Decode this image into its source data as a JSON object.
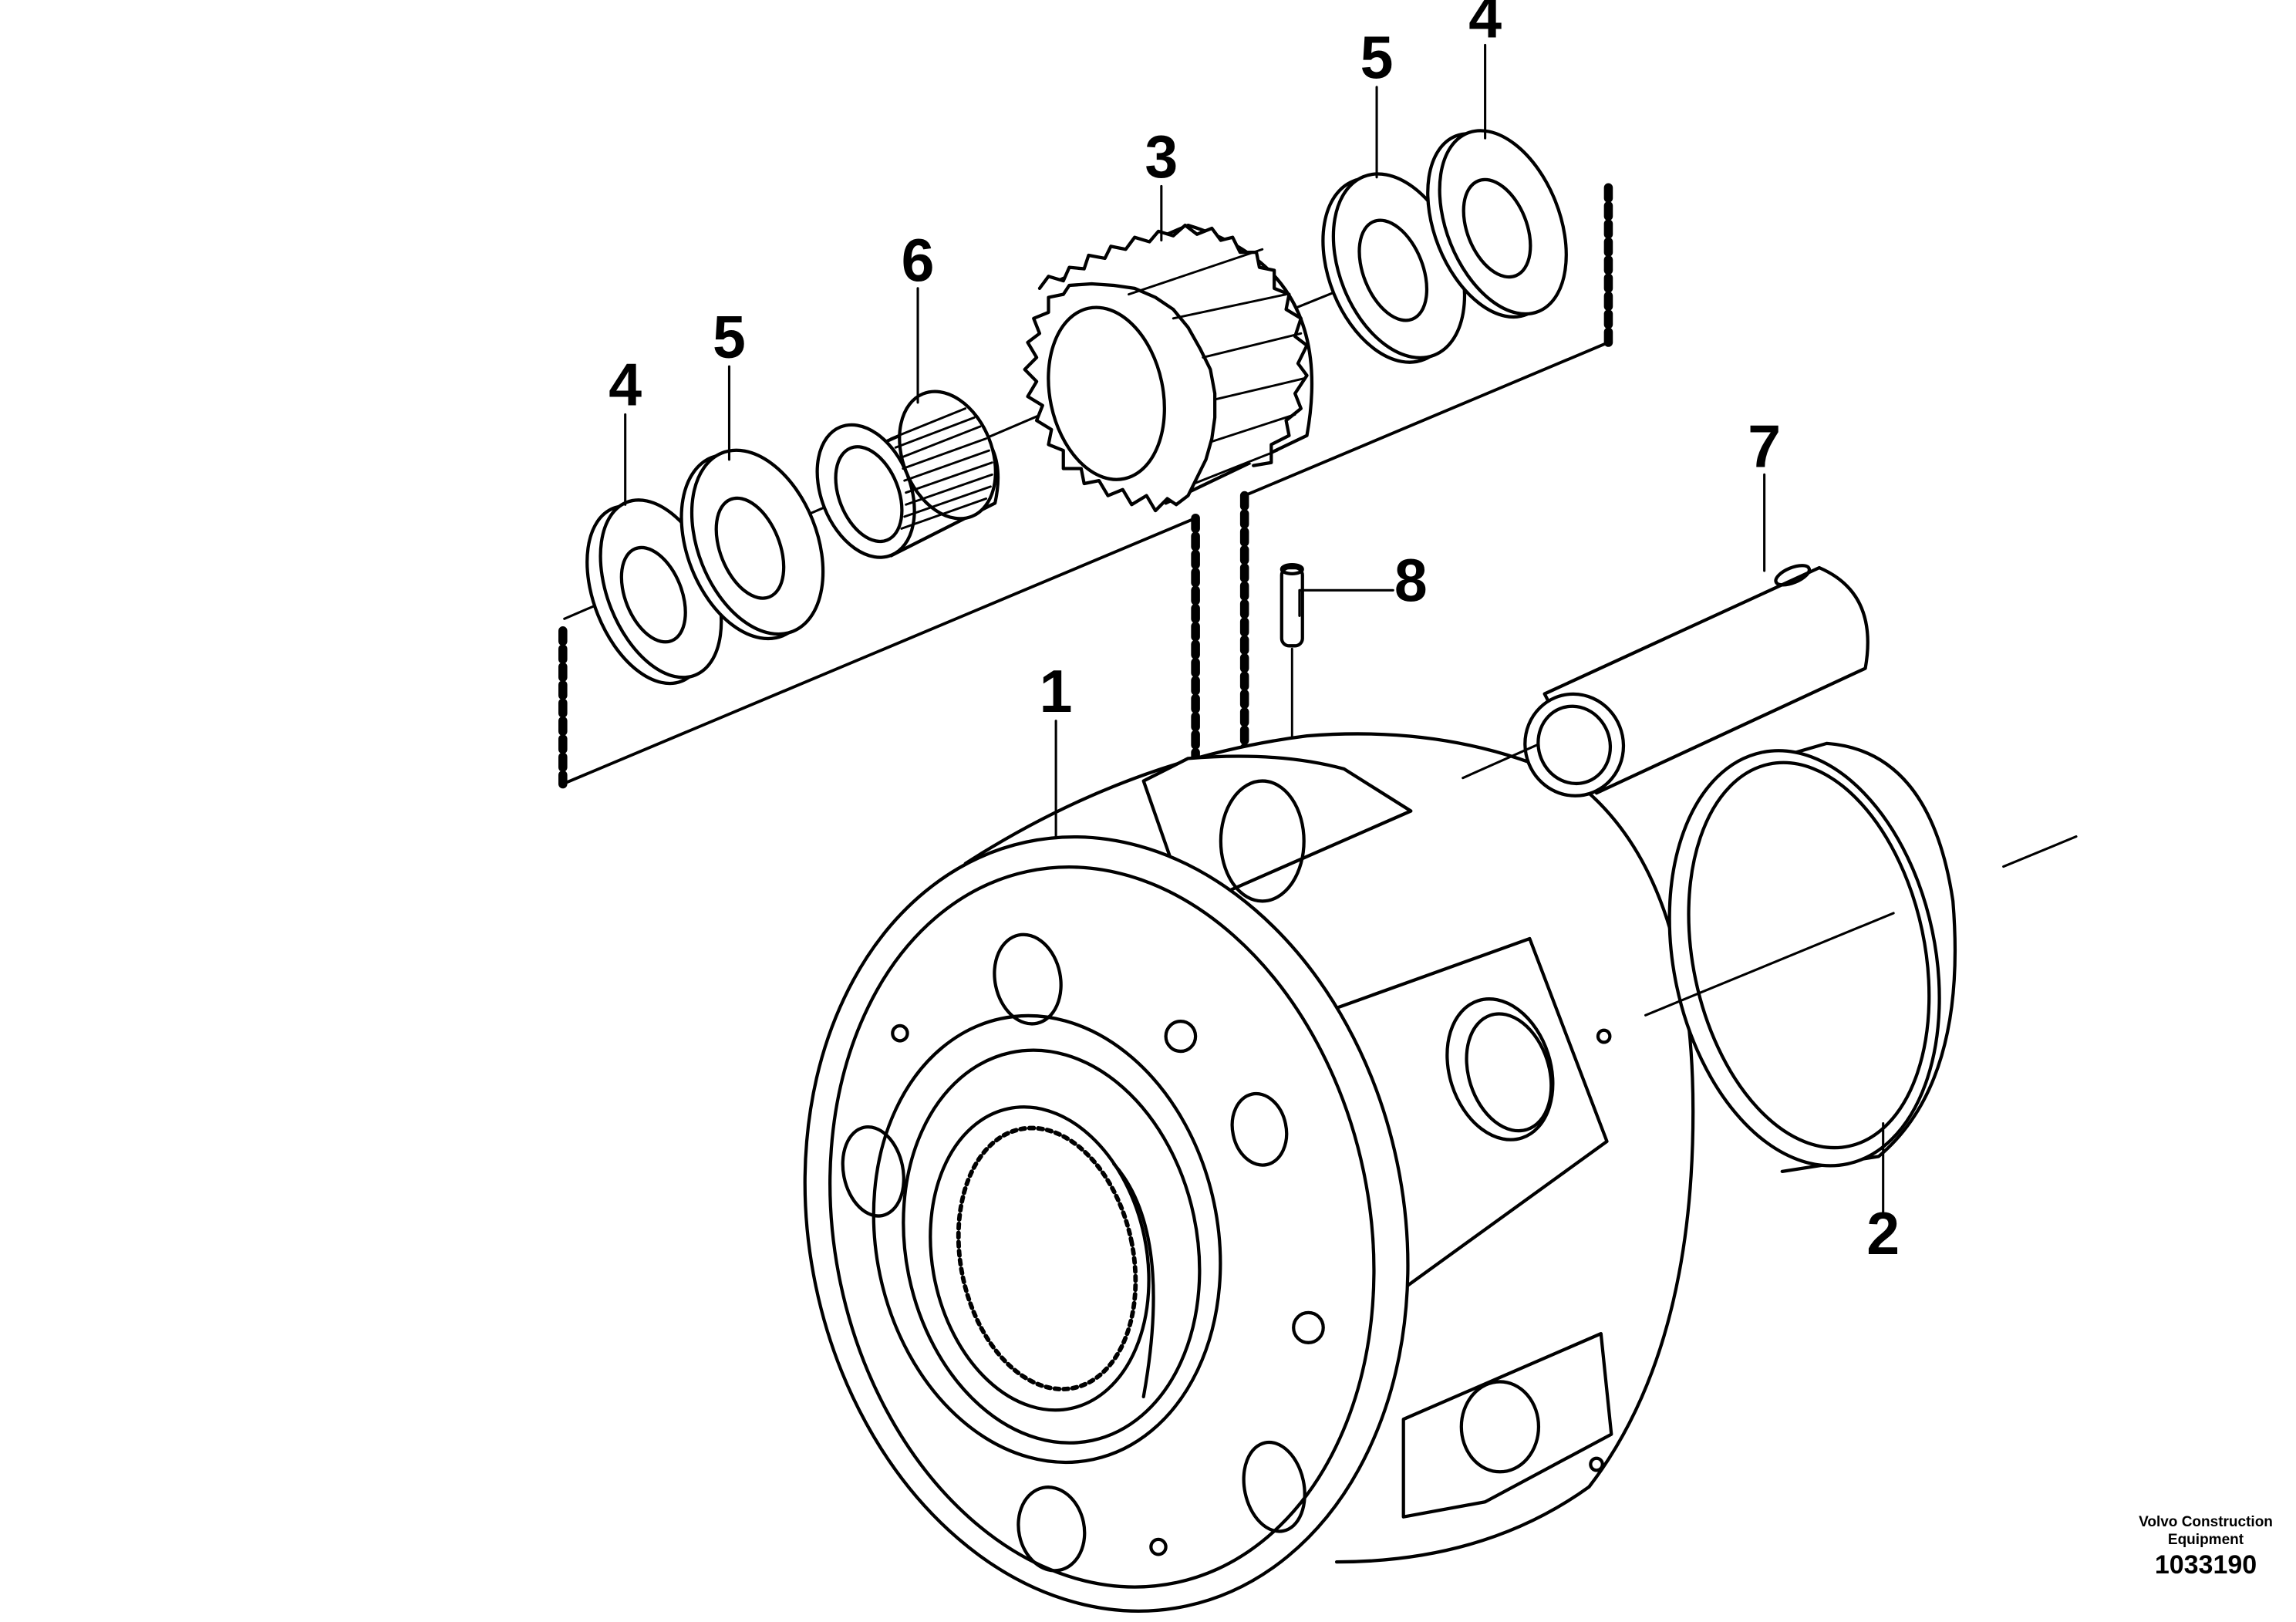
{
  "callouts": {
    "housing": "1",
    "bushing_ring": "2",
    "planet_gear": "3",
    "thrust_washer_left": "4",
    "thrust_washer_right": "4",
    "spacer_washer_left": "5",
    "spacer_washer_right": "5",
    "needle_bearing": "6",
    "planet_shaft": "7",
    "lock_pin": "8"
  },
  "brand": {
    "line1": "Volvo Construction",
    "line2": "Equipment",
    "number": "1033190"
  },
  "colors": {
    "ink": "#000000",
    "paper": "#ffffff"
  }
}
